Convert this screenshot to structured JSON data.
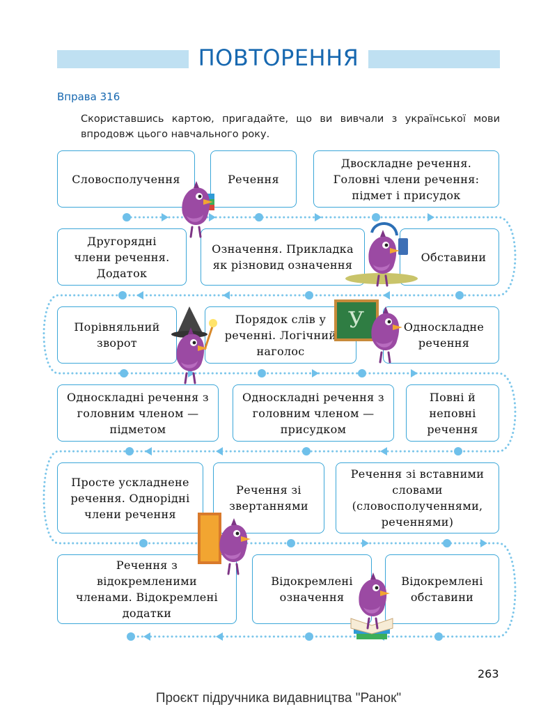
{
  "header": {
    "title": "ПОВТОРЕННЯ"
  },
  "exercise": {
    "label": "Вправа 316",
    "instruction": "Скориставшись картою, пригадайте, що ви вивчали з української мови впродовж цього навчального року."
  },
  "map": {
    "row1": [
      "Словосполучення",
      "Речення",
      "Двоскладне речення. Головні члени речення: підмет і присудок"
    ],
    "row2": [
      "Другорядні члени речення. Додаток",
      "Означення. Прикладка як різновид означення",
      "Обставини"
    ],
    "row3": [
      "Порівняльний зворот",
      "Порядок слів у реченні. Логічний наголос",
      "Односкладне речення"
    ],
    "row4": [
      "Односкладні речення з головним членом — підметом",
      "Односкладні речення з головним членом — присудком",
      "Повні й неповні речення"
    ],
    "row5": [
      "Просте ускладнене речення. Однорідні члени речення",
      "Речення зі звертаннями",
      "Речення зі вставними словами (словосполученнями, реченнями)"
    ],
    "row6": [
      "Речення з відокремленими членами. Відокремлені додатки",
      "Відокремлені означення",
      "Відокремлені обставини"
    ]
  },
  "colors": {
    "accent": "#1768b0",
    "card_border": "#3aa6d8",
    "path": "#7cc6ea",
    "bird": "#9b4aa3",
    "title_bar": "#bfe0f2"
  },
  "icons": [
    "bird-with-books-icon",
    "bird-with-headphones-icon",
    "wizard-bird-icon",
    "teacher-bird-chalkboard-icon",
    "bird-door-icon",
    "reading-bird-icon"
  ],
  "footer": {
    "page_number": "263",
    "source": "Проєкт підручника видавництва \"Ранок\""
  }
}
